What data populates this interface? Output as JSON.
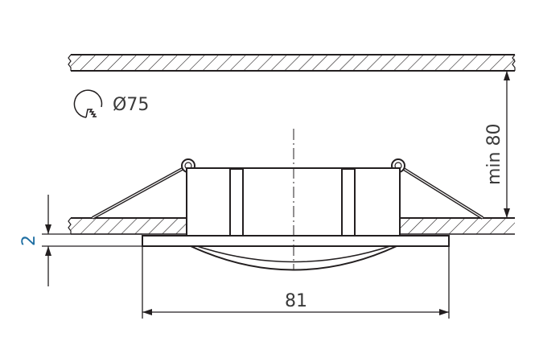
{
  "diagram": {
    "cutout_label": "Ø75",
    "height_label": "min 80",
    "width_label": "81",
    "flange_label": "2",
    "colors": {
      "line": "#231f20",
      "dimension_text": "#3a3a3a",
      "accent_text": "#1f6fa3"
    },
    "icons": [
      "hole-saw-icon"
    ]
  }
}
